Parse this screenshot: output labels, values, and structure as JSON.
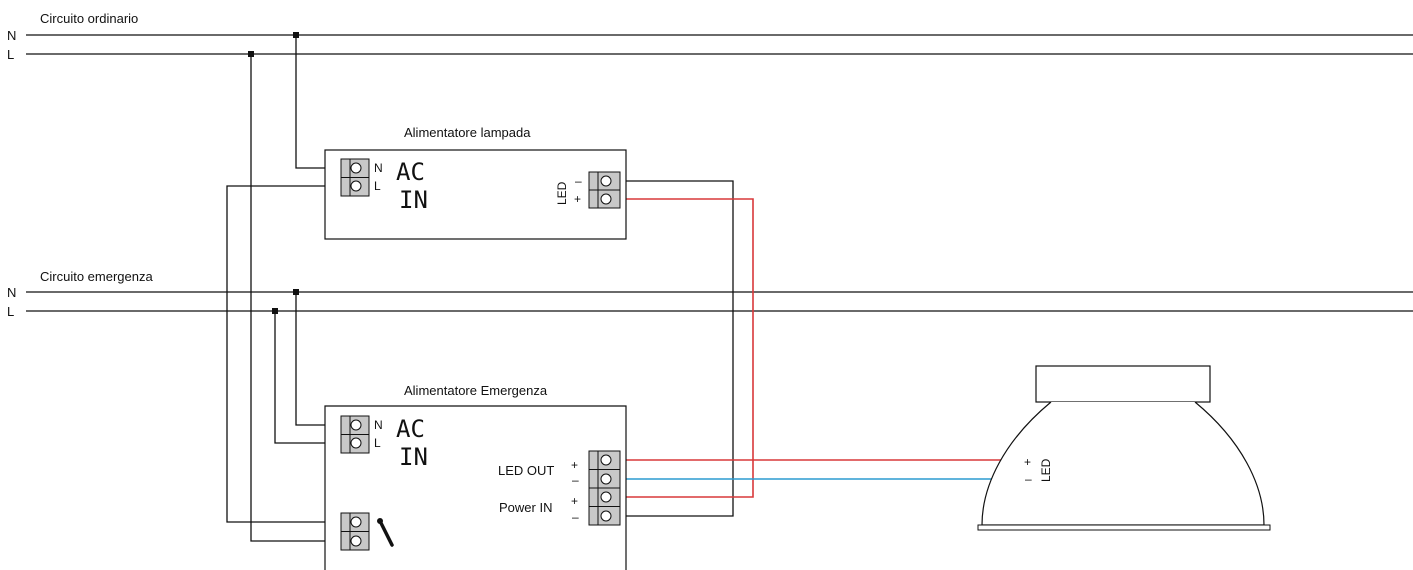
{
  "circuits": {
    "ordinary": {
      "title": "Circuito ordinario",
      "n_label": "N",
      "l_label": "L"
    },
    "emergency": {
      "title": "Circuito emergenza",
      "n_label": "N",
      "l_label": "L"
    }
  },
  "lamp_driver": {
    "title": "Alimentatore lampada",
    "n_label": "N",
    "l_label": "L",
    "ac": "AC",
    "in": "IN",
    "led_label": "LED",
    "minus": "–",
    "plus": "+"
  },
  "emergency_driver": {
    "title": "Alimentatore Emergenza",
    "n_label": "N",
    "l_label": "L",
    "ac": "AC",
    "in": "IN",
    "led_out_label": "LED OUT",
    "power_in_label": "Power IN",
    "plus": "+",
    "minus": "–"
  },
  "luminaire": {
    "plus": "+",
    "minus": "–",
    "led_label": "LED"
  },
  "colors": {
    "wire": "#111111",
    "positive": "#d9383a",
    "negative": "#2b9bd1",
    "terminal": "#c8c8c8"
  },
  "icons": [
    "terminal-block-icon",
    "screw-icon",
    "switch-icon",
    "junction-dot-icon"
  ]
}
